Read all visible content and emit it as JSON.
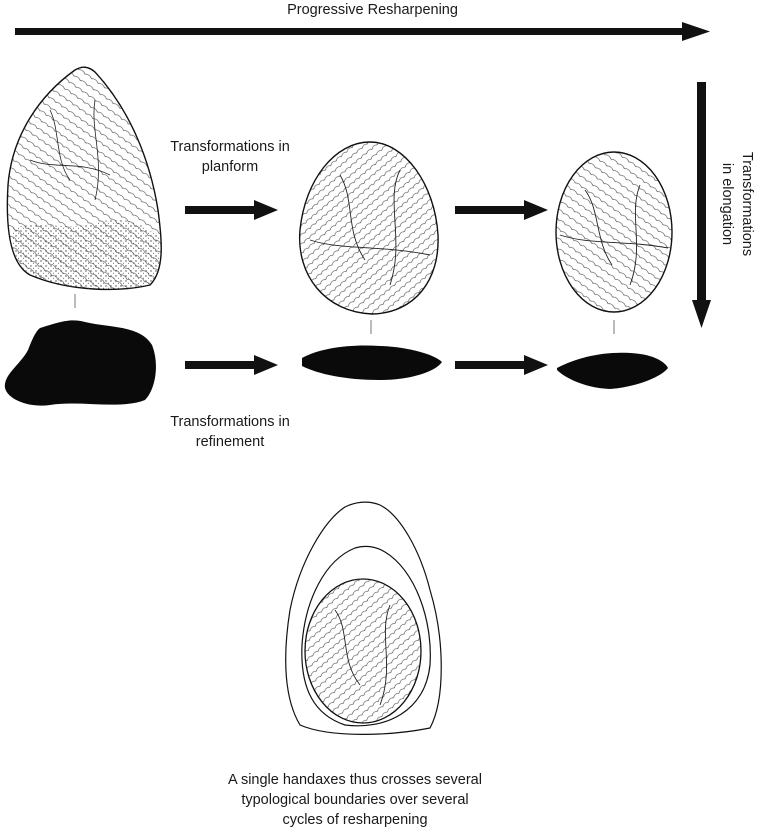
{
  "labels": {
    "progressive_resharpening": "Progressive Resharpening",
    "transformations_planform": [
      "Transformations in",
      "planform"
    ],
    "transformations_elongation": [
      "Transformations",
      "in elongation"
    ],
    "transformations_refinement": [
      "Transformations in",
      "refinement"
    ],
    "caption": [
      "A single handaxes thus crosses several",
      "typological boundaries over several",
      "cycles of resharpening"
    ]
  },
  "colors": {
    "ink": "#111111",
    "stipple": "#555555",
    "fill_dark": "#0a0a0a"
  }
}
